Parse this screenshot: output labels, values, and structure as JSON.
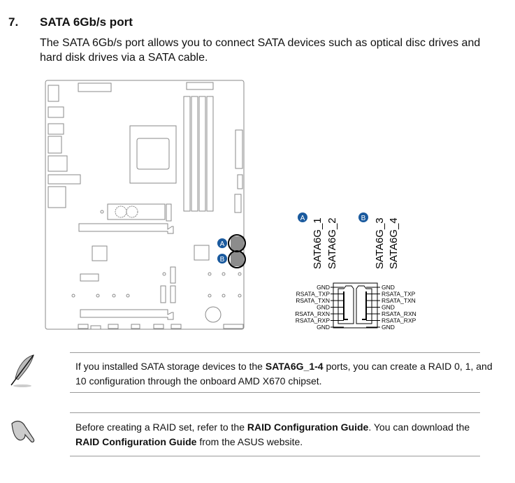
{
  "section": {
    "number": "7.",
    "title": "SATA 6Gb/s port",
    "description": "The SATA 6Gb/s port allows you to connect SATA devices such as optical disc drives and hard disk drives via a SATA cable."
  },
  "diagram": {
    "markers": [
      "A",
      "B"
    ],
    "port_labels": [
      "SATA6G_1",
      "SATA6G_2",
      "SATA6G_3",
      "SATA6G_4"
    ],
    "pin_labels": [
      "GND",
      "RSATA_TXP",
      "RSATA_TXN",
      "GND",
      "RSATA_RXN",
      "RSATA_RXP",
      "GND"
    ],
    "marker_color": "#1a5a9e"
  },
  "notes": [
    {
      "icon": "quill-pen-icon",
      "pre": "If you installed SATA storage devices to the ",
      "bold": "SATA6G_1-4",
      "post": " ports, you can create a RAID 0, 1, and 10 configuration through the onboard AMD X670 chipset."
    },
    {
      "icon": "pointing-hand-icon",
      "pre": "Before creating a RAID set, refer to the ",
      "bold": "RAID Configuration Guide",
      "mid": ". You can download the ",
      "bold2": "RAID Configuration Guide",
      "post": " from the ASUS website."
    }
  ]
}
